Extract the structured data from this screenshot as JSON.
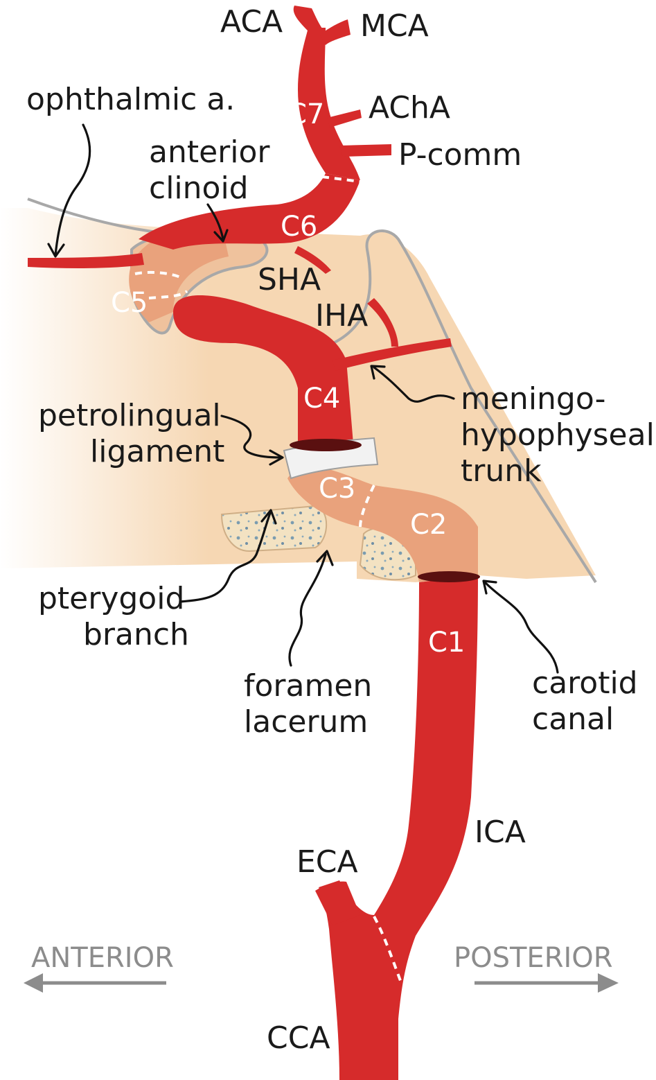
{
  "colors": {
    "artery": "#d62b2b",
    "artery_dark": "#b51f1f",
    "artery_in_bone": "#e9a27c",
    "bone": "#f6d7b3",
    "dura_line": "#a8a8a8",
    "direction_arrow": "#8c8c8c",
    "pointer": "#111111"
  },
  "labels": {
    "aca": "ACA",
    "mca": "MCA",
    "acha": "AChA",
    "pcomm": "P-comm",
    "ophthalmic": "ophthalmic a.",
    "anterior_clinoid": [
      "anterior",
      "clinoid"
    ],
    "sha": "SHA",
    "iha": "IHA",
    "meningohypophyseal_trunk": [
      "meningo-",
      "hypophyseal",
      "trunk"
    ],
    "petrolingual_ligament": [
      "petrolingual",
      "ligament"
    ],
    "pterygoid_branch": [
      "pterygoid",
      "branch"
    ],
    "foramen_lacerum": [
      "foramen",
      "lacerum"
    ],
    "carotid_canal": [
      "carotid",
      "canal"
    ],
    "ica": "ICA",
    "eca": "ECA",
    "cca": "CCA"
  },
  "segments": [
    "C1",
    "C2",
    "C3",
    "C4",
    "C5",
    "C6",
    "C7"
  ],
  "directions": {
    "anterior": "ANTERIOR",
    "posterior": "POSTERIOR"
  }
}
